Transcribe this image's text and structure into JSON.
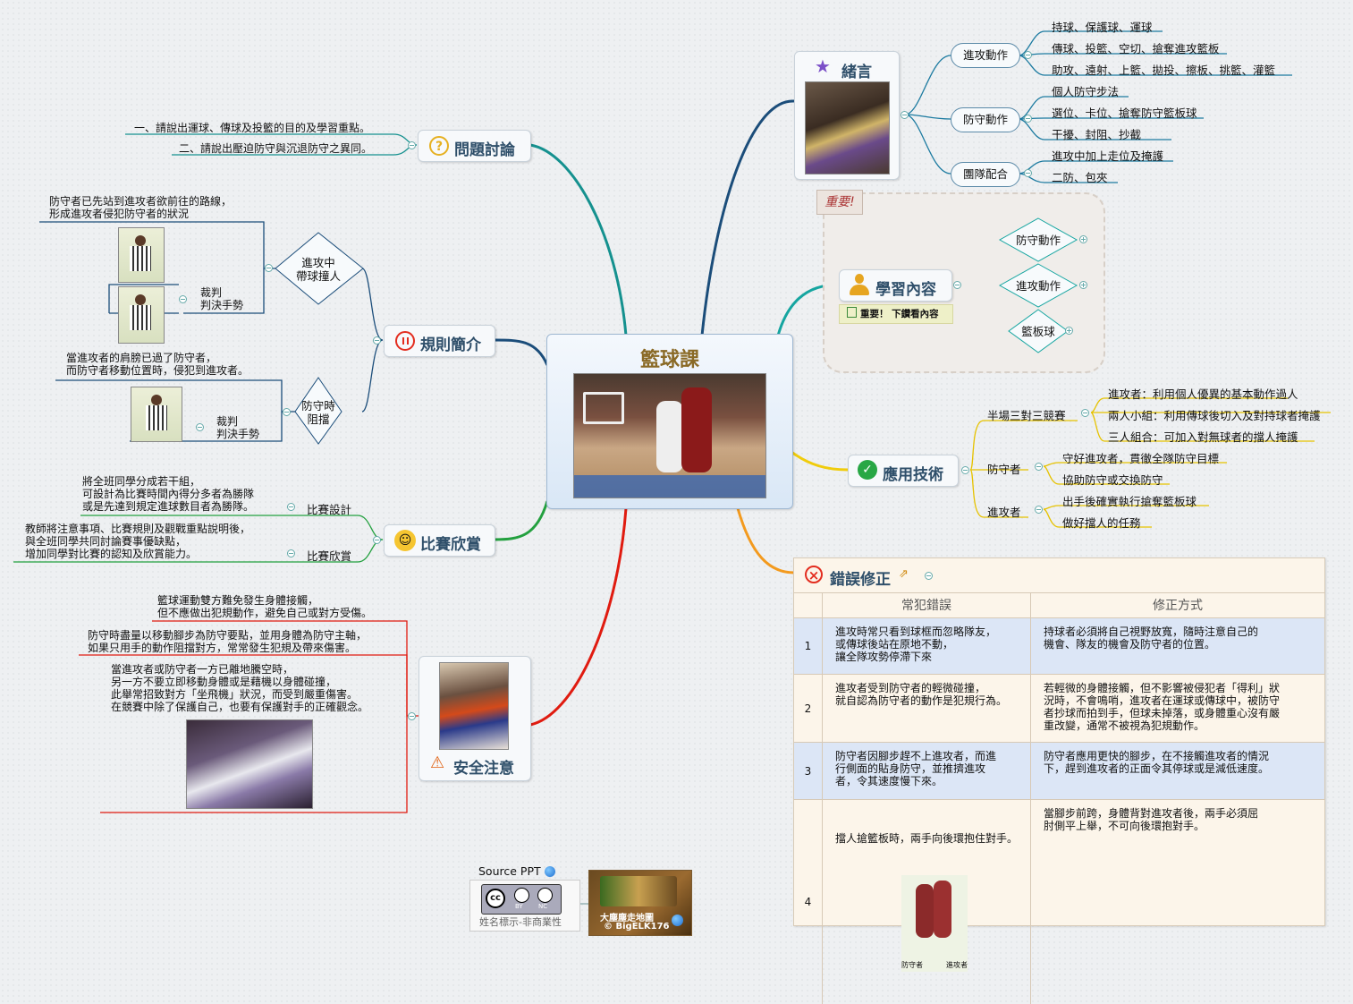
{
  "center": {
    "title": "籃球課"
  },
  "intro": {
    "title": "緒言",
    "groups": [
      {
        "label": "進攻動作",
        "items": [
          "持球、保護球、運球",
          "傳球、投籃、空切、搶奪進攻籃板",
          "助攻、遠射、上籃、拋投、擦板、挑籃、灌籃"
        ]
      },
      {
        "label": "防守動作",
        "items": [
          "個人防守步法",
          "選位、卡位、搶奪防守籃板球",
          "干擾、封阻、抄截"
        ]
      },
      {
        "label": "團隊配合",
        "items": [
          "進攻中加上走位及掩護",
          "二防、包夾"
        ]
      }
    ]
  },
  "learning": {
    "callout": "重要!",
    "title": "學習內容",
    "note": "重要！ 下鑽看內容",
    "items": [
      "防守動作",
      "進攻動作",
      "籃板球"
    ]
  },
  "apply": {
    "title": "應用技術",
    "groups": [
      {
        "label": "半場三對三競賽",
        "items": [
          "進攻者：利用個人優異的基本動作過人",
          "兩人小組：利用傳球後切入及對持球者掩護",
          "三人組合：可加入對無球者的擋人掩護"
        ]
      },
      {
        "label": "防守者",
        "items": [
          "守好進攻者，貫徹全隊防守目標",
          "協助防守或交換防守"
        ]
      },
      {
        "label": "進攻者",
        "items": [
          "出手後確實執行搶奪籃板球",
          "做好擋人的任務"
        ]
      }
    ]
  },
  "errors": {
    "title": "錯誤修正",
    "col_error": "常犯錯誤",
    "col_fix": "修正方式",
    "rows": [
      {
        "no": "1",
        "error": "進攻時常只看到球框而忽略隊友，\n或傳球後站在原地不動，\n讓全隊攻勢停滯下來",
        "fix": "持球者必須將自己視野放寬，隨時注意自己的\n機會、隊友的機會及防守者的位置。"
      },
      {
        "no": "2",
        "error": "進攻者受到防守者的輕微碰撞，\n就自認為防守者的動作是犯規行為。",
        "fix": "若輕微的身體接觸，但不影響被侵犯者「得利」狀\n況時，不會鳴哨，進攻者在運球或傳球中，被防守\n者抄球而拍到手，但球未掉落，或身體重心沒有嚴\n重改變，通常不被視為犯規動作。"
      },
      {
        "no": "3",
        "error": "防守者因腳步趕不上進攻者，而進\n行側面的貼身防守，並推擠進攻\n者，令其速度慢下來。",
        "fix": "防守者應用更快的腳步，在不接觸進攻者的情況\n下，趕到進攻者的正面令其停球或是減低速度。"
      },
      {
        "no": "4",
        "error": "擋人搶籃板時，兩手向後環抱住對手。",
        "fix": "當腳步前跨，身體背對進攻者後，兩手必須屈\n肘側平上舉，不可向後環抱對手。",
        "img_labels": [
          "防守者",
          "進攻者"
        ]
      }
    ]
  },
  "discussion": {
    "title": "問題討論",
    "items": [
      "一、請說出運球、傳球及投籃的目的及學習重點。",
      "二、請說出壓迫防守與沉退防守之異同。"
    ]
  },
  "rules": {
    "title": "規則簡介",
    "branches": [
      {
        "label": "進攻中\n帶球撞人",
        "desc": "防守者已先站到進攻者欲前往的路線，\n形成進攻者侵犯防守者的狀況",
        "referee": "裁判\n判決手勢"
      },
      {
        "label": "防守時\n阻擋",
        "desc": "當進攻者的肩膀已過了防守者，\n而防守者移動位置時，侵犯到進攻者。",
        "referee": "裁判\n判決手勢"
      }
    ]
  },
  "watch": {
    "title": "比賽欣賞",
    "items": [
      {
        "label": "比賽設計",
        "desc": "將全班同學分成若干組，\n可設計為比賽時間內得分多者為勝隊\n或是先達到規定進球數目者為勝隊。"
      },
      {
        "label": "比賽欣賞",
        "desc": "教師將注意事項、比賽規則及觀戰重點說明後，\n與全班同學共同討論賽事優缺點，\n增加同學對比賽的認知及欣賞能力。"
      }
    ]
  },
  "safety": {
    "title": "安全注意",
    "items": [
      "籃球運動雙方難免發生身體接觸，\n但不應做出犯規動作，避免自己或對方受傷。",
      "防守時盡量以移動腳步為防守要點，並用身體為防守主軸，\n如果只用手的動作阻擋對方，常常發生犯規及帶來傷害。",
      "當進攻者或防守者一方已離地騰空時，\n另一方不要立即移動身體或是藉機以身體碰撞，\n此舉常招致對方「坐飛機」狀況，而受到嚴重傷害。\n在競賽中除了保護自己，也要有保護對手的正確觀念。"
    ]
  },
  "footer": {
    "source": "Source PPT",
    "cc_sub": [
      "BY",
      "NC"
    ],
    "license": "姓名標示-非商業性",
    "logo_text": "大塵塵走地圖",
    "logo_copy": "© BigELK176"
  },
  "colors": {
    "teal": "#1f9a9a",
    "navy": "#1b4d7a",
    "green": "#26a04a",
    "yellow": "#f0c419",
    "orange": "#f39a1e",
    "red": "#e32d1f",
    "purple": "#7b4fc8"
  }
}
